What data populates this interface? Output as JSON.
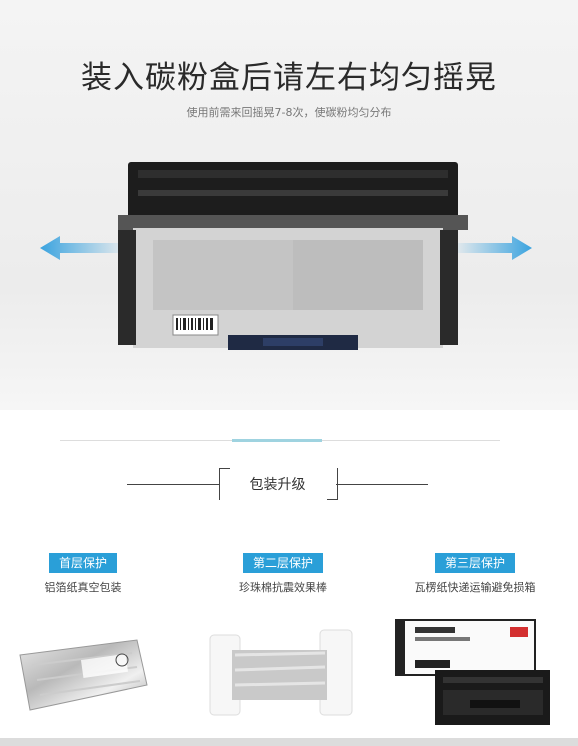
{
  "hero": {
    "headline": "装入碳粉盒后请左右均匀摇晃",
    "subline": "使用前需来回摇晃7-8次，使碳粉均匀分布"
  },
  "section": {
    "title": "包装升级"
  },
  "layers": [
    {
      "badge": "首层保护",
      "desc": "铝箔纸真空包装"
    },
    {
      "badge": "第二层保护",
      "desc": "珍珠棉抗震效果棒"
    },
    {
      "badge": "第三层保护",
      "desc": "瓦楞纸快递运输避免损箱"
    }
  ],
  "colors": {
    "accent": "#2a9fd8",
    "arrow": "#3aa3df"
  }
}
